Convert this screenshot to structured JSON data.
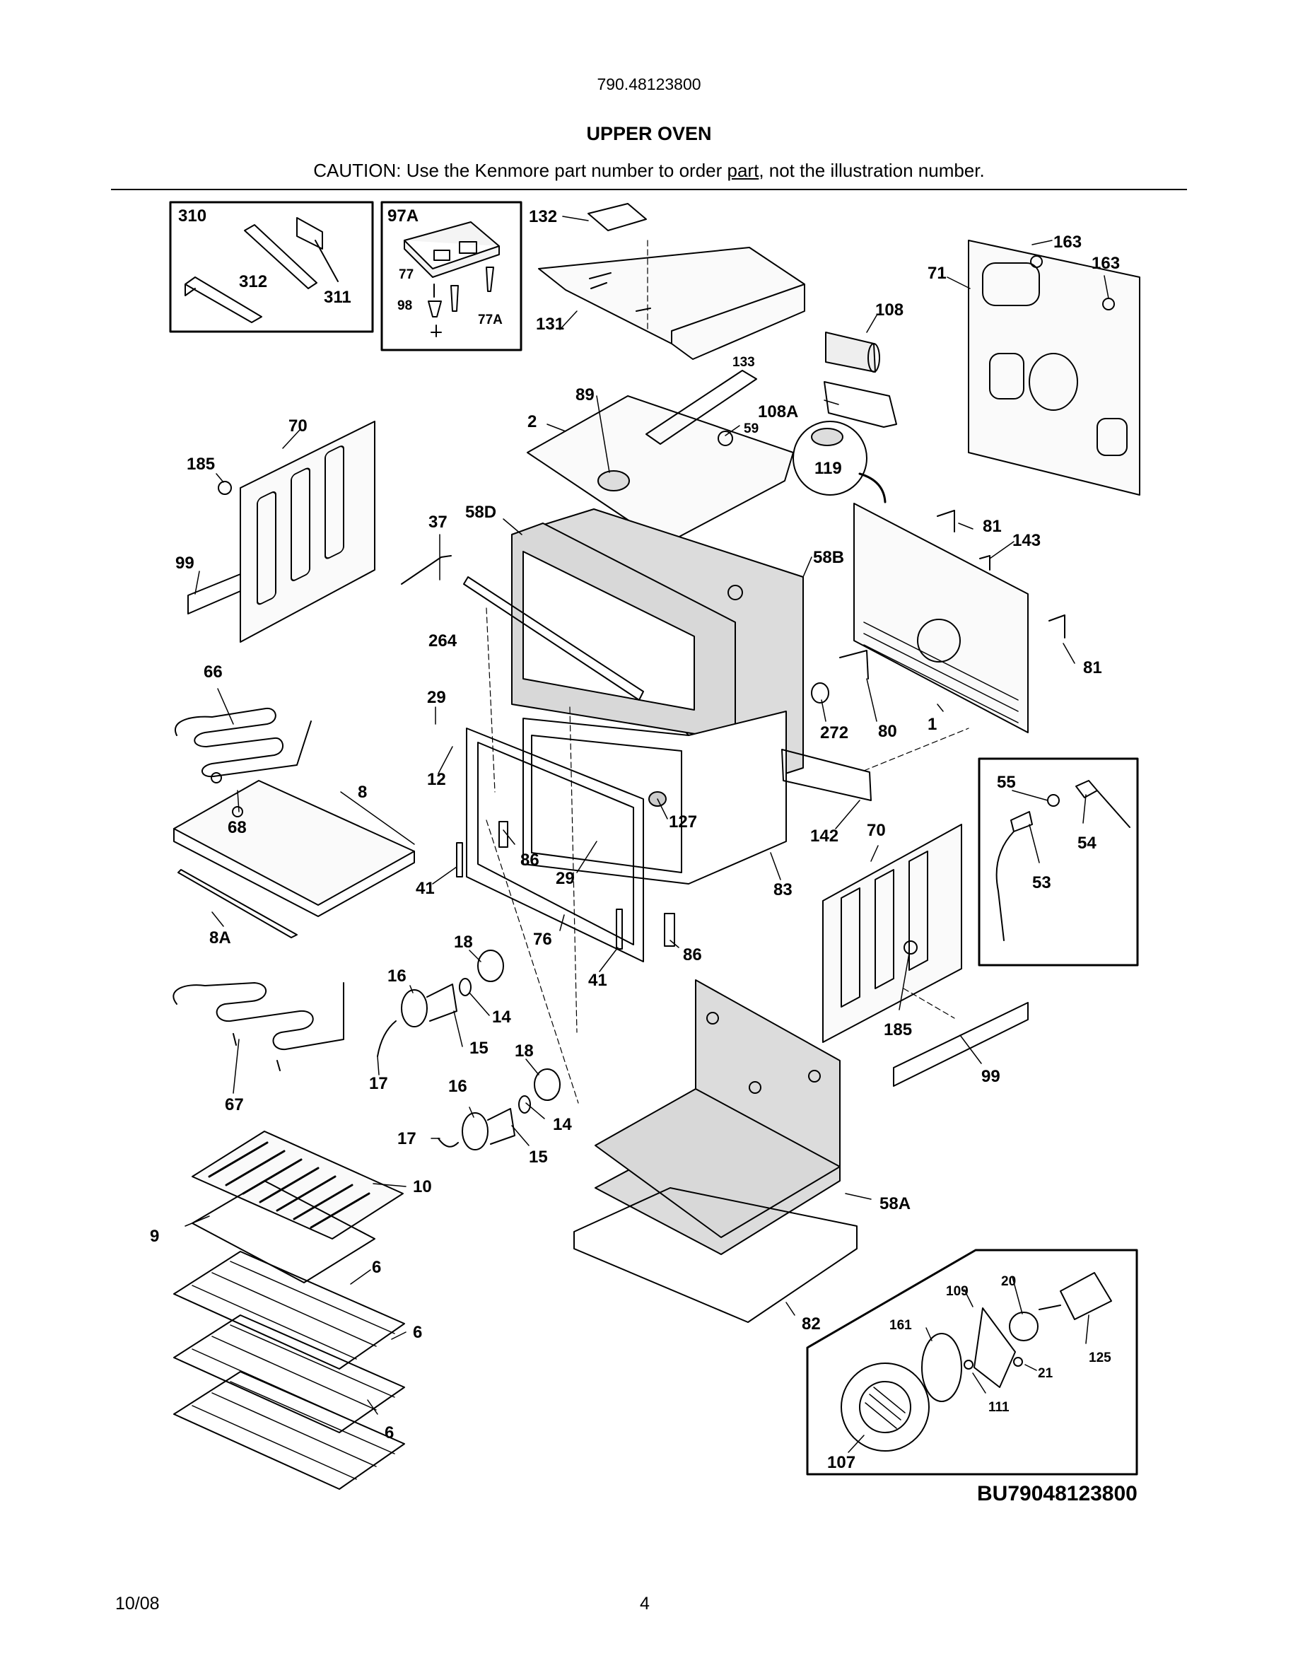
{
  "header": {
    "model_number": "790.48123800",
    "section_title": "UPPER OVEN",
    "caution_before": "CAUTION: Use the Kenmore part number to order ",
    "caution_underlined": "part",
    "caution_after": ", not the illustration number."
  },
  "footer": {
    "diagram_code": "BU79048123800",
    "date": "10/08",
    "page_number": "4"
  },
  "callouts": {
    "c310": "310",
    "c312": "312",
    "c311": "311",
    "c97A": "97A",
    "c77": "77",
    "c98": "98",
    "c77A": "77A",
    "c132": "132",
    "c131": "131",
    "c133": "133",
    "c163a": "163",
    "c163b": "163",
    "c71": "71",
    "c108": "108",
    "c108A": "108A",
    "c119": "119",
    "c89": "89",
    "c2": "2",
    "c59": "59",
    "c70a": "70",
    "c185a": "185",
    "c99a": "99",
    "c37": "37",
    "c58D": "58D",
    "c264": "264",
    "c58B": "58B",
    "c81a": "81",
    "c143": "143",
    "c81b": "81",
    "c66": "66",
    "c29a": "29",
    "c12": "12",
    "c272": "272",
    "c80": "80",
    "c1": "1",
    "c8": "8",
    "c68": "68",
    "c8A": "8A",
    "c41a": "41",
    "c86a": "86",
    "c29b": "29",
    "c127": "127",
    "c142": "142",
    "c83": "83",
    "c76": "76",
    "c41b": "41",
    "c86b": "86",
    "c55": "55",
    "c54": "54",
    "c53": "53",
    "c70b": "70",
    "c185b": "185",
    "c99b": "99",
    "c18a": "18",
    "c16a": "16",
    "c14a": "14",
    "c15a": "15",
    "c17a": "17",
    "c67": "67",
    "c18b": "18",
    "c16b": "16",
    "c14b": "14",
    "c17b": "17",
    "c15b": "15",
    "c10": "10",
    "c9": "9",
    "c6a": "6",
    "c6b": "6",
    "c6c": "6",
    "c58A": "58A",
    "c82": "82",
    "c20": "20",
    "c109": "109",
    "c161": "161",
    "c21": "21",
    "c125": "125",
    "c111": "111",
    "c107": "107"
  }
}
